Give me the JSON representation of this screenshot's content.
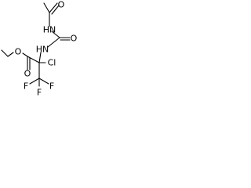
{
  "molecule": {
    "atom_labels": {
      "amide_nh": "HN",
      "urea_nh": "HN",
      "chlorine": "Cl",
      "carbonyl_o_acetyl": "O",
      "carbonyl_o_urea": "O",
      "carbonyl_o_ester": "O",
      "ester_o": "O",
      "fluorine_1": "F",
      "fluorine_2": "F",
      "fluorine_3": "F"
    },
    "colors": {
      "bond": "#000000",
      "label": "#000000",
      "background": "#ffffff"
    }
  }
}
